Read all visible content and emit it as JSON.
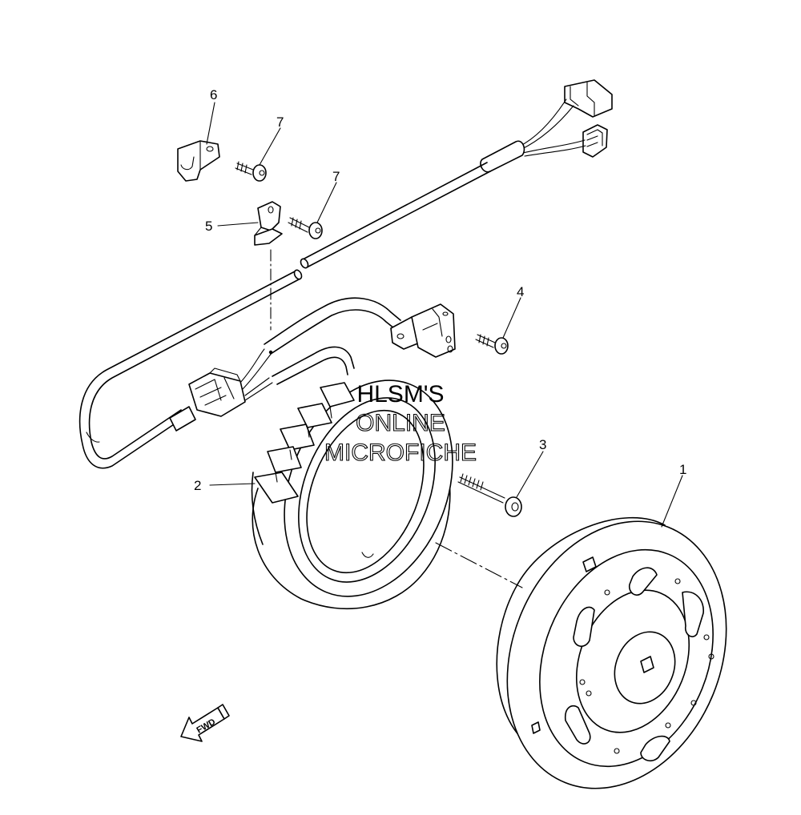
{
  "callouts": [
    {
      "id": "flywheel",
      "label": "1"
    },
    {
      "id": "stator",
      "label": "2"
    },
    {
      "id": "stator-bolt",
      "label": "3"
    },
    {
      "id": "pickup-screw",
      "label": "4"
    },
    {
      "id": "clamp-5",
      "label": "5"
    },
    {
      "id": "bracket-6",
      "label": "6"
    },
    {
      "id": "screw-7a",
      "label": "7"
    },
    {
      "id": "screw-7b",
      "label": "7"
    }
  ],
  "watermark": {
    "line1": "HLSM'S",
    "line2": "ONLINE",
    "line3": "MICROFICHE"
  },
  "fwd_label": "FWD"
}
